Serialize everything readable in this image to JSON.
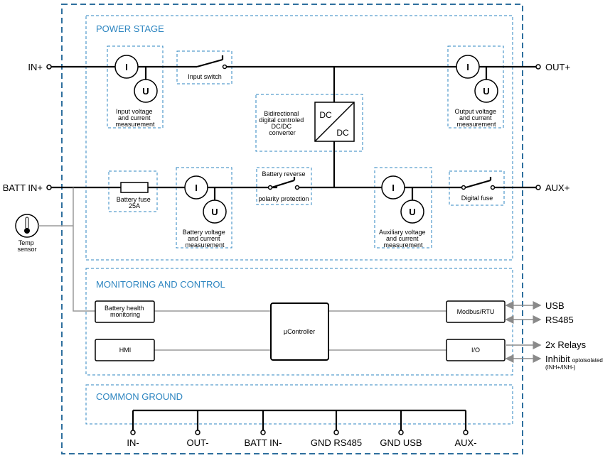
{
  "sections": {
    "power": "POWER STAGE",
    "monitoring": "MONITORING AND CONTROL",
    "ground": "COMMON GROUND"
  },
  "ports": {
    "in_plus": "IN+",
    "batt_in_plus": "BATT IN+",
    "out_plus": "OUT+",
    "aux_plus": "AUX+"
  },
  "symbols": {
    "current": "I",
    "voltage": "U",
    "dc": "DC"
  },
  "power_blocks": {
    "input_meas": [
      "Input voltage",
      "and current",
      "measurement"
    ],
    "input_switch": "Input switch",
    "dcdc": [
      "Bidirectional",
      "digital controled",
      "DC/DC",
      "converter"
    ],
    "output_meas": [
      "Output voltage",
      "and current",
      "measurement"
    ],
    "battery_fuse": [
      "Battery fuse",
      "25A"
    ],
    "battery_meas": [
      "Battery voltage",
      "and current",
      "measurement"
    ],
    "polarity_top": "Battery reverse",
    "polarity_bottom": "polarity protection",
    "aux_meas": [
      "Auxiliary voltage",
      "and current",
      "measurement"
    ],
    "digital_fuse": "Digital fuse"
  },
  "temp_sensor": [
    "Temp",
    "sensor"
  ],
  "monitoring_blocks": {
    "battery_health": [
      "Battery health",
      "monitoring"
    ],
    "hmi": "HMI",
    "controller": "µController",
    "modbus": "Modbus/RTU",
    "io": "I/O"
  },
  "external_io": {
    "usb": "USB",
    "rs485": "RS485",
    "relays": "2x Relays",
    "inhibit": "Inhibit",
    "inhibit_note": "optoisolated",
    "inhibit_pins": "(INH+/INH-)"
  },
  "ground_terminals": [
    "IN-",
    "OUT-",
    "BATT IN-",
    "GND RS485",
    "GND USB",
    "AUX-"
  ],
  "colors": {
    "accent": "#2e86c1",
    "frame": "#2e6f9e",
    "signal": "#9a9a9a"
  }
}
